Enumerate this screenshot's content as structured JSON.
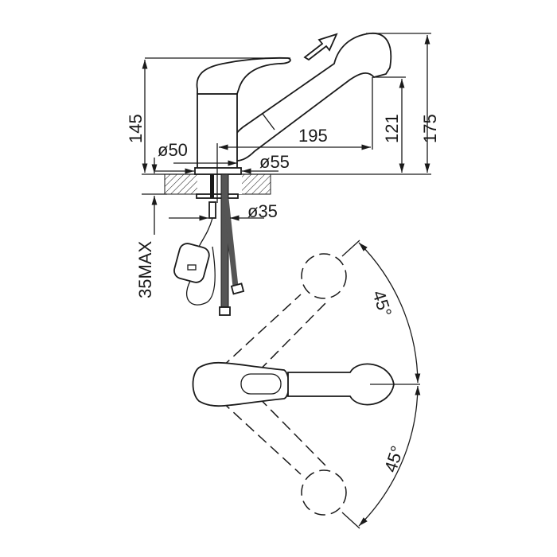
{
  "dimensions": {
    "height_handle": "145",
    "height_total": "175",
    "height_spout": "121",
    "spout_reach": "195",
    "base_diameter": "ø50",
    "flange_diameter": "ø55",
    "hole_diameter": "ø35",
    "max_counter_thickness": "35MAX",
    "rotation_left": "45°",
    "rotation_right": "45°"
  },
  "colors": {
    "line": "#1a1a1a",
    "background": "#ffffff"
  }
}
